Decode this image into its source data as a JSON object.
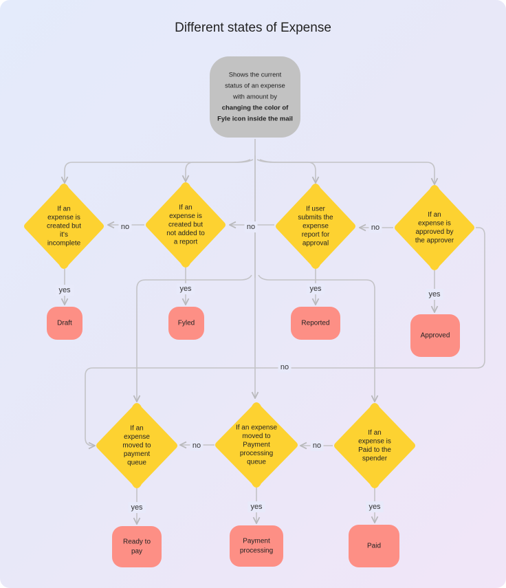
{
  "title": "Different states of Expense",
  "start": {
    "lines": [
      "Shows the current",
      "status of an expense",
      "with amount by"
    ],
    "bold_lines": [
      "changing the color of",
      "Fyle icon inside the mail"
    ]
  },
  "decisions": [
    {
      "id": "d1",
      "lines": [
        "If an",
        "expense is",
        "created but",
        "it's",
        "incomplete"
      ]
    },
    {
      "id": "d2",
      "lines": [
        "If an",
        "expense is",
        "created but",
        "not added to",
        "a report"
      ]
    },
    {
      "id": "d3",
      "lines": [
        "If user",
        "submits the",
        "expense",
        "report for",
        "approval"
      ]
    },
    {
      "id": "d4",
      "lines": [
        "If an",
        "expense is",
        "approved by",
        "the approver"
      ]
    },
    {
      "id": "d5",
      "lines": [
        "If an",
        "expense",
        "moved to",
        "payment",
        "queue"
      ]
    },
    {
      "id": "d6",
      "lines": [
        "If an expense",
        "moved to",
        "Payment",
        "processing",
        "queue"
      ]
    },
    {
      "id": "d7",
      "lines": [
        "If an",
        "expense is",
        "Paid to the",
        "spender"
      ]
    }
  ],
  "states": [
    {
      "id": "s1",
      "lines": [
        "Draft"
      ]
    },
    {
      "id": "s2",
      "lines": [
        "Fyled"
      ]
    },
    {
      "id": "s3",
      "lines": [
        "Reported"
      ]
    },
    {
      "id": "s4",
      "lines": [
        "Approved"
      ]
    },
    {
      "id": "s5",
      "lines": [
        "Ready to",
        "pay"
      ]
    },
    {
      "id": "s6",
      "lines": [
        "Payment",
        "processing"
      ]
    },
    {
      "id": "s7",
      "lines": [
        "Paid"
      ]
    }
  ],
  "edge_labels": [
    {
      "id": "no-d2-d1",
      "text": "no"
    },
    {
      "id": "no-d3-d2",
      "text": "no"
    },
    {
      "id": "no-d4-d3",
      "text": "no"
    },
    {
      "id": "no-d4-d5",
      "text": "no"
    },
    {
      "id": "no-d6-d5",
      "text": "no"
    },
    {
      "id": "no-d7-d6",
      "text": "no"
    },
    {
      "id": "yes-d1",
      "text": "yes"
    },
    {
      "id": "yes-d2",
      "text": "yes"
    },
    {
      "id": "yes-d3",
      "text": "yes"
    },
    {
      "id": "yes-d4",
      "text": "yes"
    },
    {
      "id": "yes-d5",
      "text": "yes"
    },
    {
      "id": "yes-d6",
      "text": "yes"
    },
    {
      "id": "yes-d7",
      "text": "yes"
    }
  ]
}
